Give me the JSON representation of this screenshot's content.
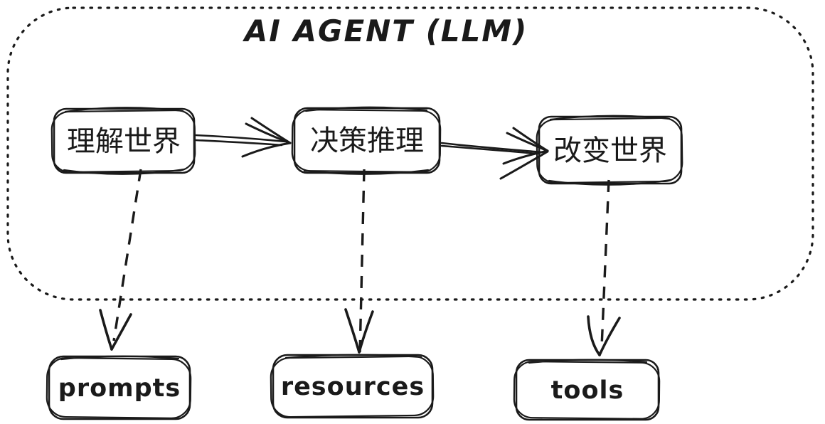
{
  "diagram": {
    "title": "AI AGENT (LLM)",
    "style": "hand-drawn-sketch",
    "colors": {
      "ink": "#1a1a1a",
      "background": "#ffffff"
    },
    "container": {
      "label": "AI AGENT (LLM)",
      "border": "dotted-rounded-rectangle"
    },
    "nodes": [
      {
        "id": "understand-world",
        "label": "理解世界"
      },
      {
        "id": "decision-reasoning",
        "label": "决策推理"
      },
      {
        "id": "change-world",
        "label": "改变世界"
      }
    ],
    "bottom_nodes": [
      {
        "id": "prompts",
        "label": "prompts"
      },
      {
        "id": "resources",
        "label": "resources"
      },
      {
        "id": "tools",
        "label": "tools"
      }
    ],
    "edges": [
      {
        "from": "理解世界",
        "to": "决策推理",
        "type": "solid-arrow"
      },
      {
        "from": "决策推理",
        "to": "改变世界",
        "type": "solid-arrow"
      },
      {
        "from": "理解世界",
        "to": "prompts",
        "type": "dashed-arrow"
      },
      {
        "from": "决策推理",
        "to": "resources",
        "type": "dashed-arrow"
      },
      {
        "from": "改变世界",
        "to": "tools",
        "type": "dashed-arrow"
      }
    ]
  }
}
